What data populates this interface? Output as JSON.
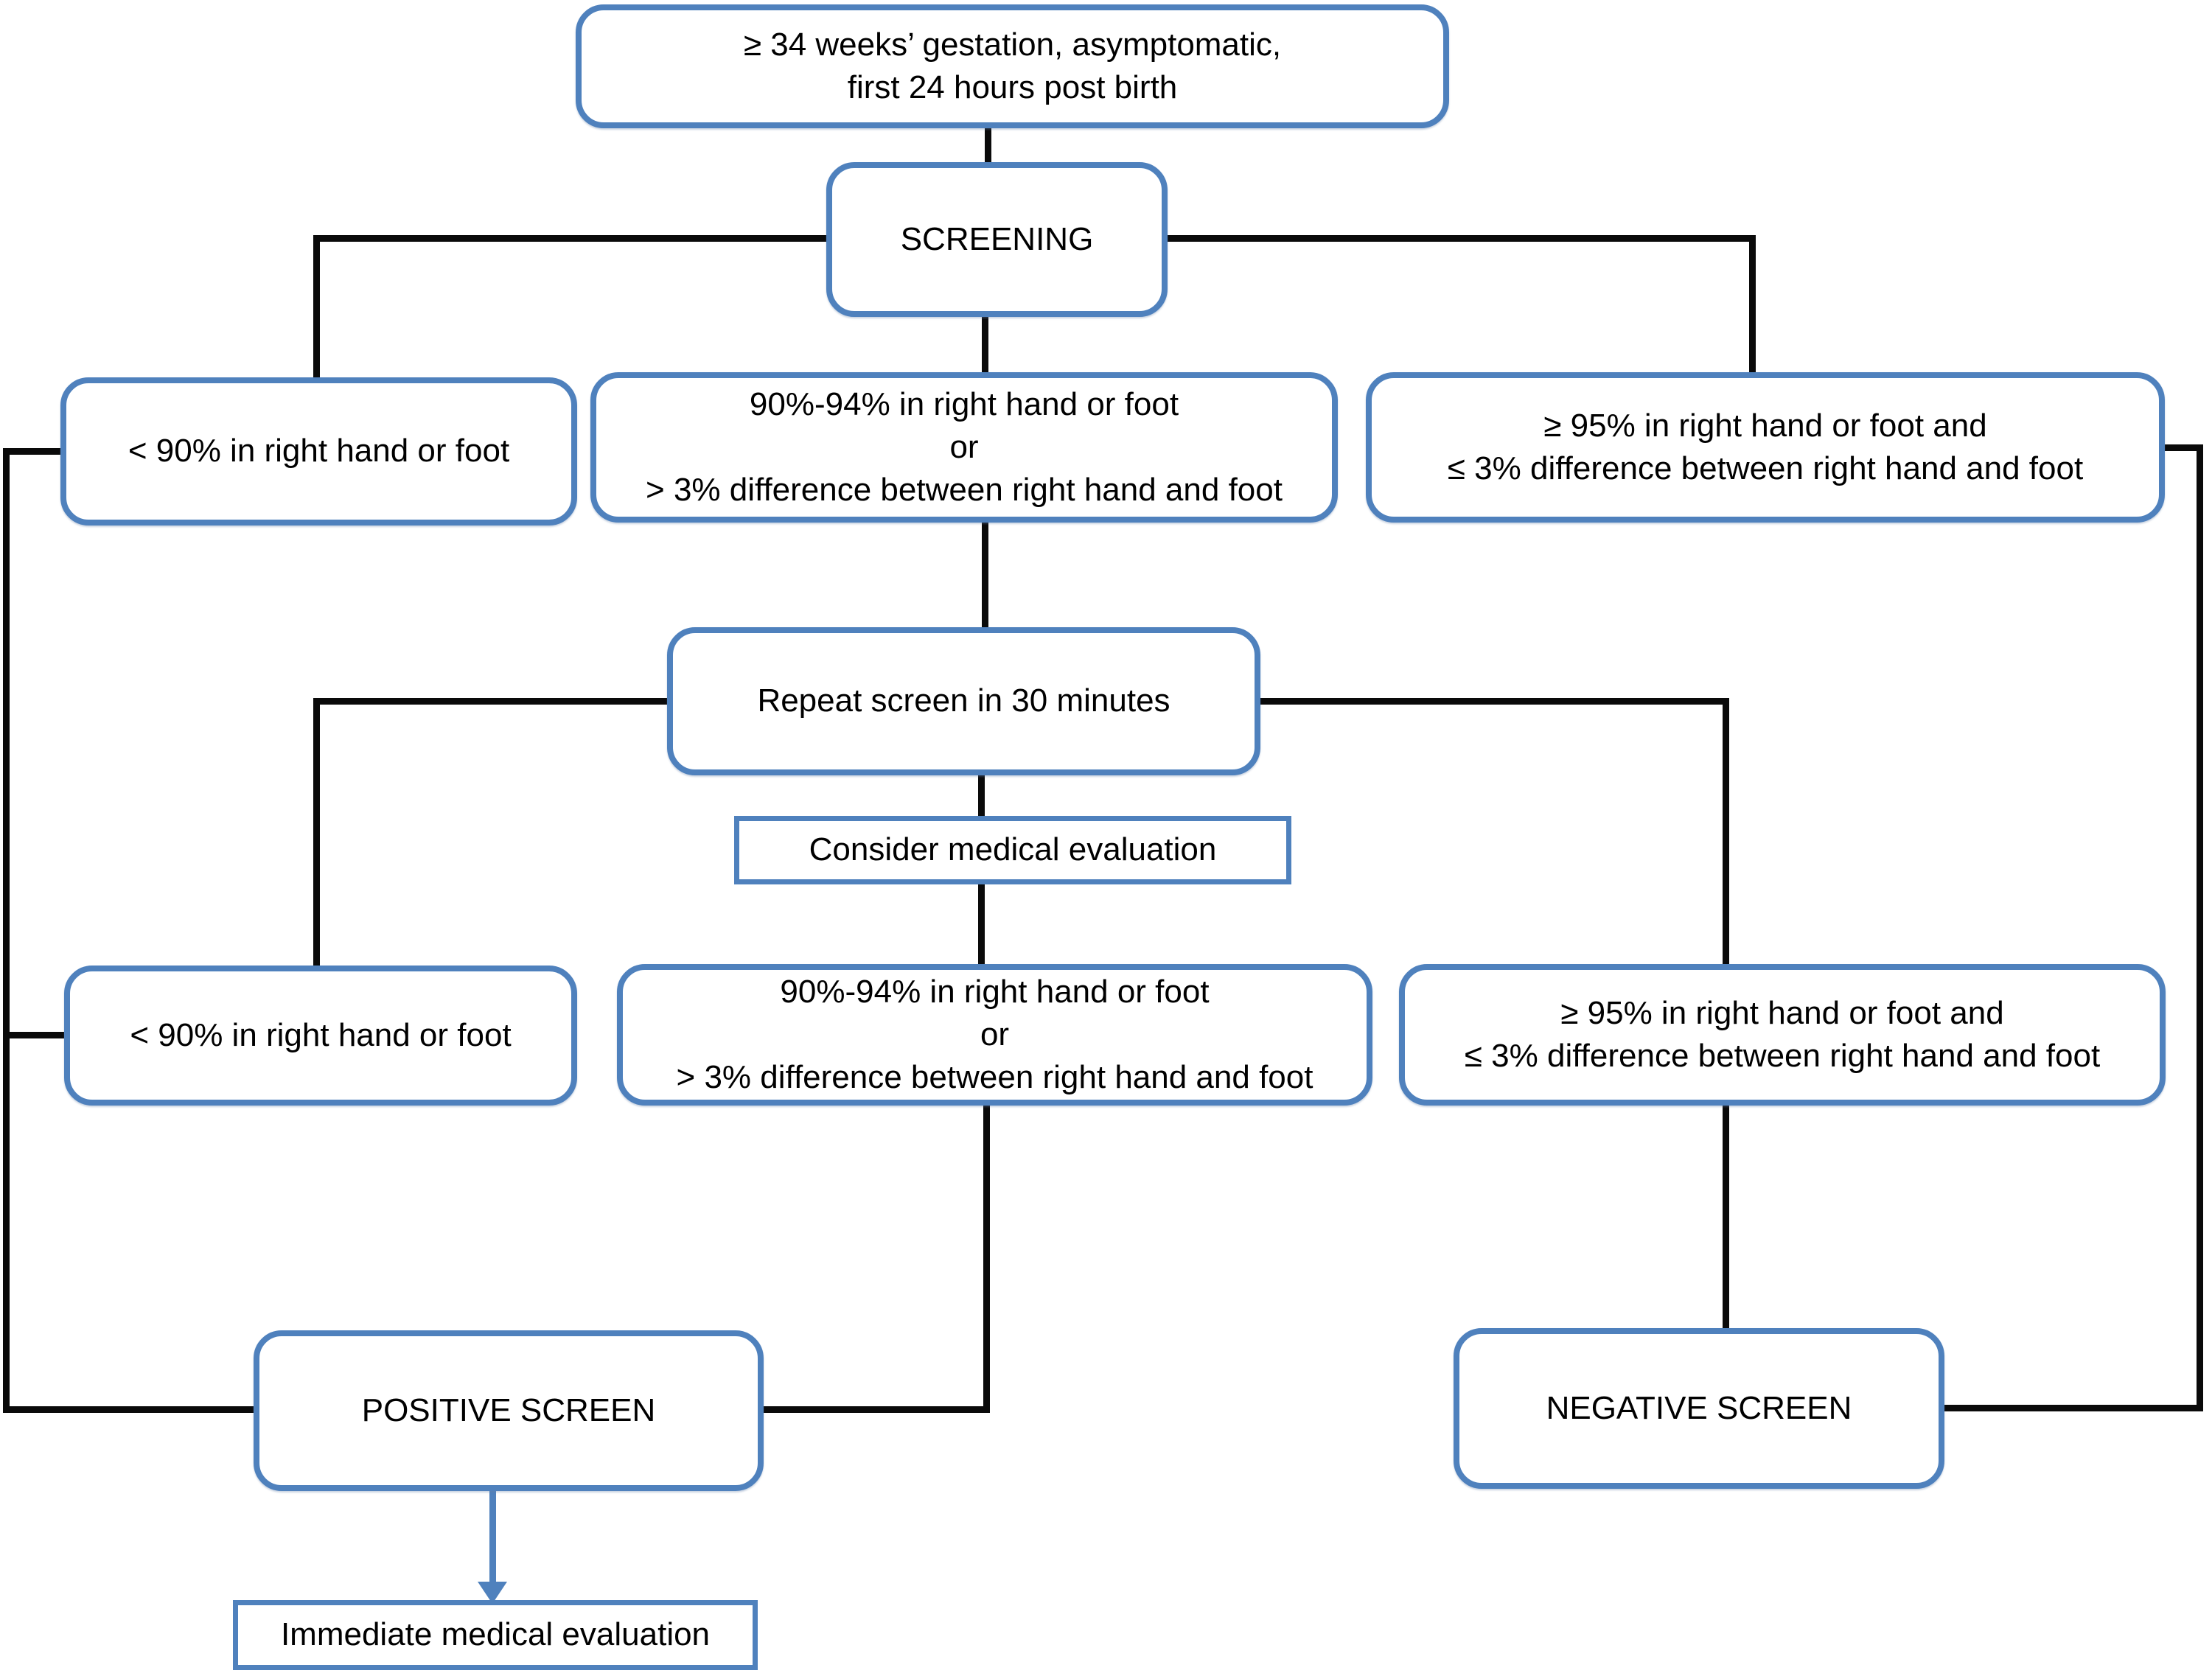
{
  "diagram": {
    "background": "#ffffff",
    "box_border_color": "#4f81bd",
    "connector_color": "#0a0a0a",
    "arrow_color": "#4f81bd",
    "text_color": "#000000"
  },
  "nodes": {
    "eligibility": "≥ 34 weeks’ gestation, asymptomatic,\nfirst 24 hours post birth",
    "screening": "SCREENING",
    "first_low": "< 90% in right hand or foot",
    "first_mid": "90%-94% in right hand or foot\nor\n> 3% difference between right hand and foot",
    "first_high": "≥ 95% in right hand or foot and\n≤ 3% difference between right hand and foot",
    "repeat": "Repeat screen in 30 minutes",
    "consider": "Consider medical evaluation",
    "second_low": "< 90% in right hand or foot",
    "second_mid": "90%-94% in right hand or foot\nor\n> 3% difference between right hand and foot",
    "second_high": "≥ 95% in right hand or foot and\n≤ 3% difference between right hand and foot",
    "positive": "POSITIVE SCREEN",
    "negative": "NEGATIVE SCREEN",
    "immediate": "Immediate medical evaluation"
  }
}
